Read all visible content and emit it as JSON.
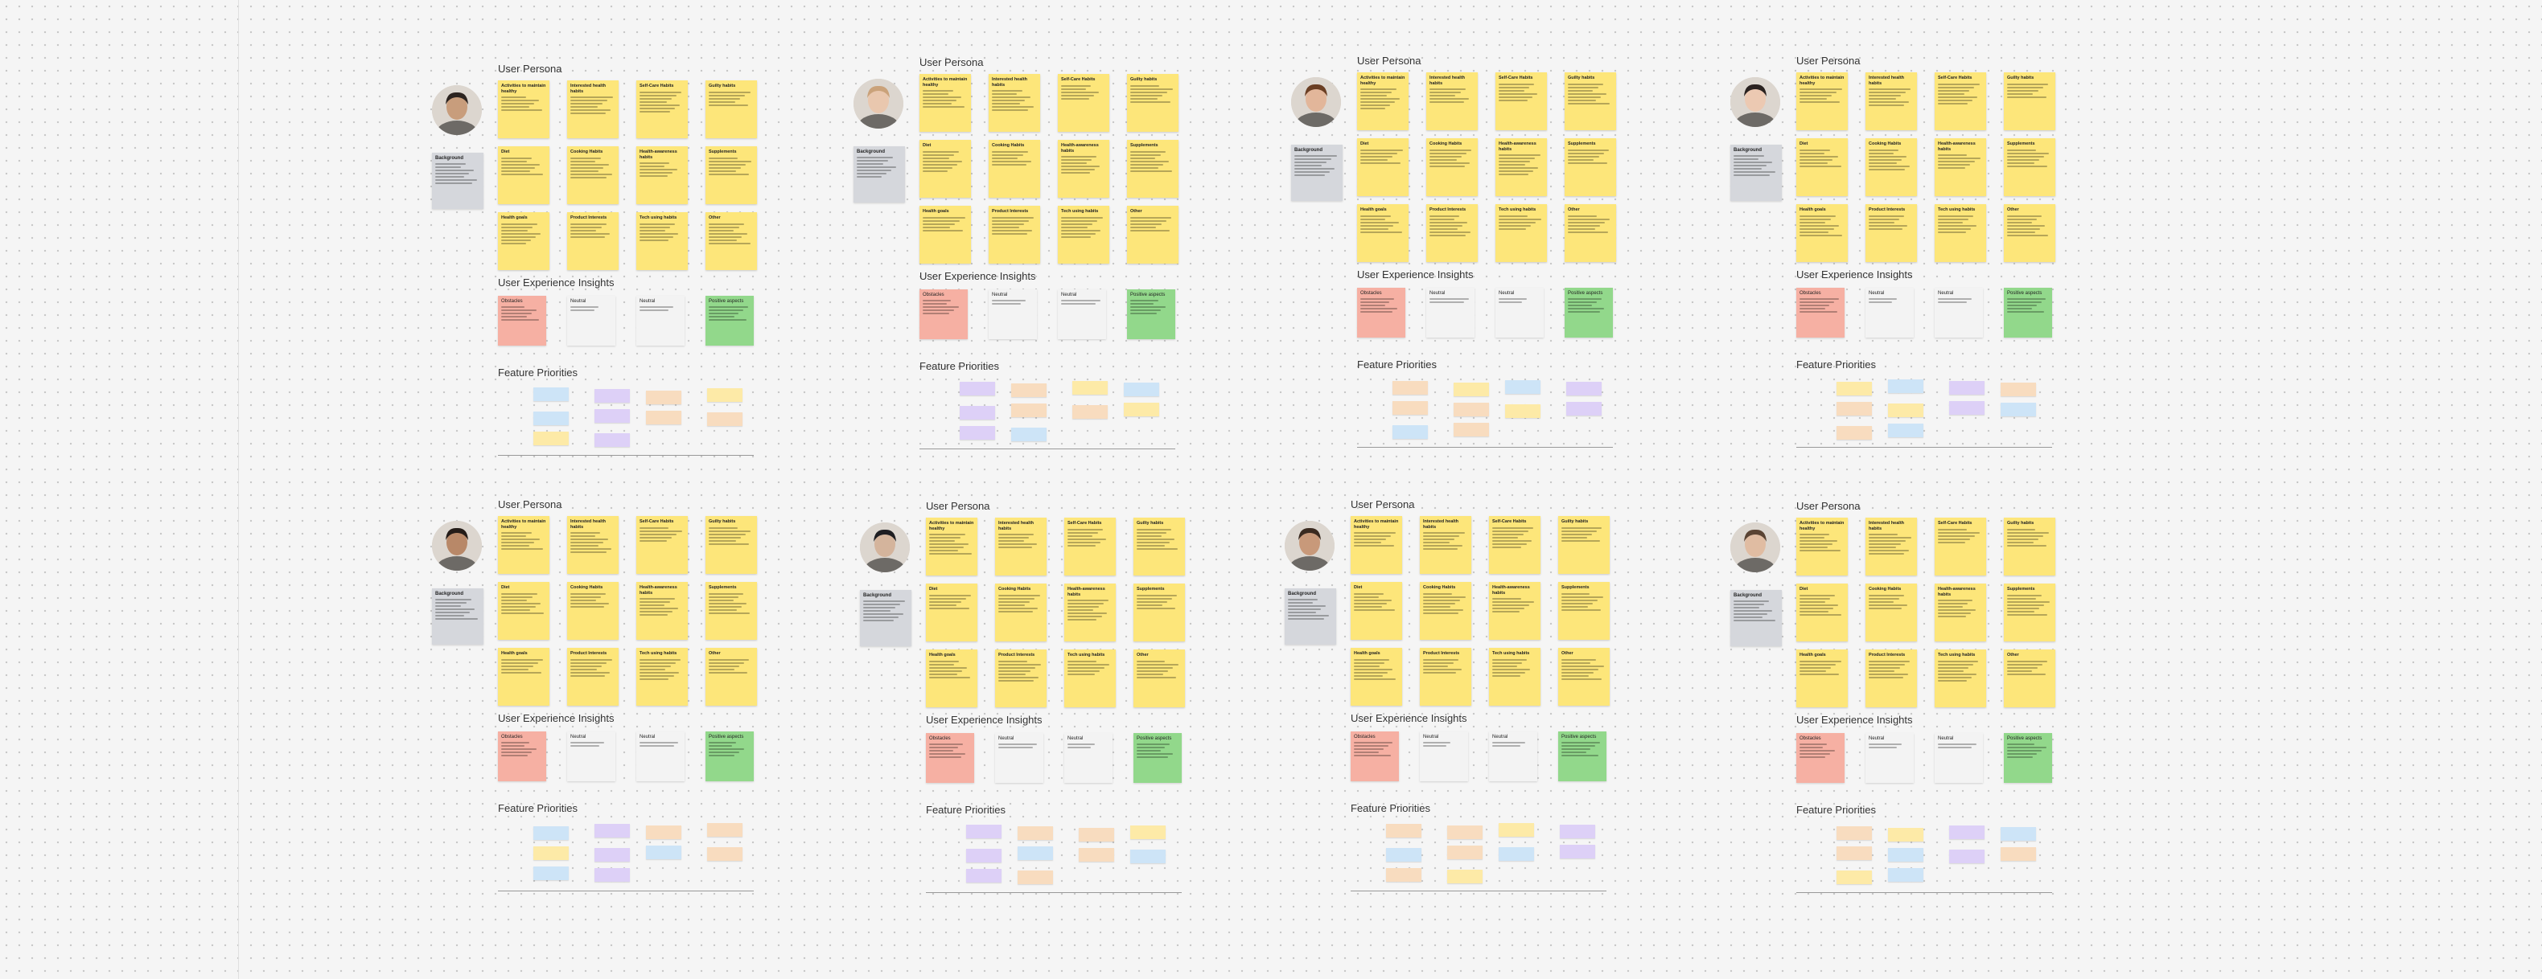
{
  "canvas": {
    "background": "#f5f5f5",
    "dot_color": "#c8c8c8"
  },
  "sections": {
    "persona_title": "User Persona",
    "ux_title": "User Experience Insights",
    "features_title": "Feature Priorities"
  },
  "card_labels": {
    "background": "Background",
    "activities": "Activities to maintain healthy",
    "interested": "Interested health habits",
    "self_care": "Self-Care Habits",
    "guilty": "Guilty habits",
    "diet": "Diet",
    "cooking": "Cooking Habits",
    "health_awareness": "Health-awareness habits",
    "supplements": "Supplements",
    "health_goals": "Health goals",
    "product_interests": "Product Interests",
    "tech_habits": "Tech using habits",
    "other": "Other",
    "obstacles": "Obstacles",
    "neutral": "Neutral",
    "positive": "Positive aspects"
  },
  "colors": {
    "sticky": "#fde67a",
    "background_card": "#d5d7dc",
    "obstacles": "#f6b0a3",
    "neutral": "#f3f3f3",
    "positive": "#92d88b",
    "feature_blue": "#cde4f7",
    "feature_purple": "#ddd0f7",
    "feature_orange": "#f8dcbf",
    "feature_yellow": "#fdeaa7"
  },
  "icons": {
    "avatar": "person-photo-icon"
  }
}
